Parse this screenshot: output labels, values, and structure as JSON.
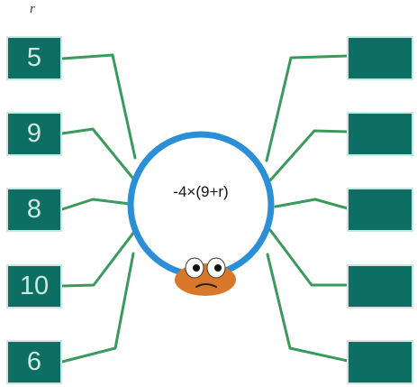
{
  "variable_label": "r",
  "expression": "-4×(9+r)",
  "inputs": [
    "5",
    "9",
    "8",
    "10",
    "6"
  ],
  "outputs": [
    "",
    "",
    "",
    "",
    ""
  ],
  "colors": {
    "box_fill": "#0d6e64",
    "box_text": "#cfe8e2",
    "legs": "#3a9a5c",
    "body_ring": "#2a8fd6",
    "creature": "#d9782a"
  },
  "icons": {
    "creature_face": "worried-face-icon"
  }
}
